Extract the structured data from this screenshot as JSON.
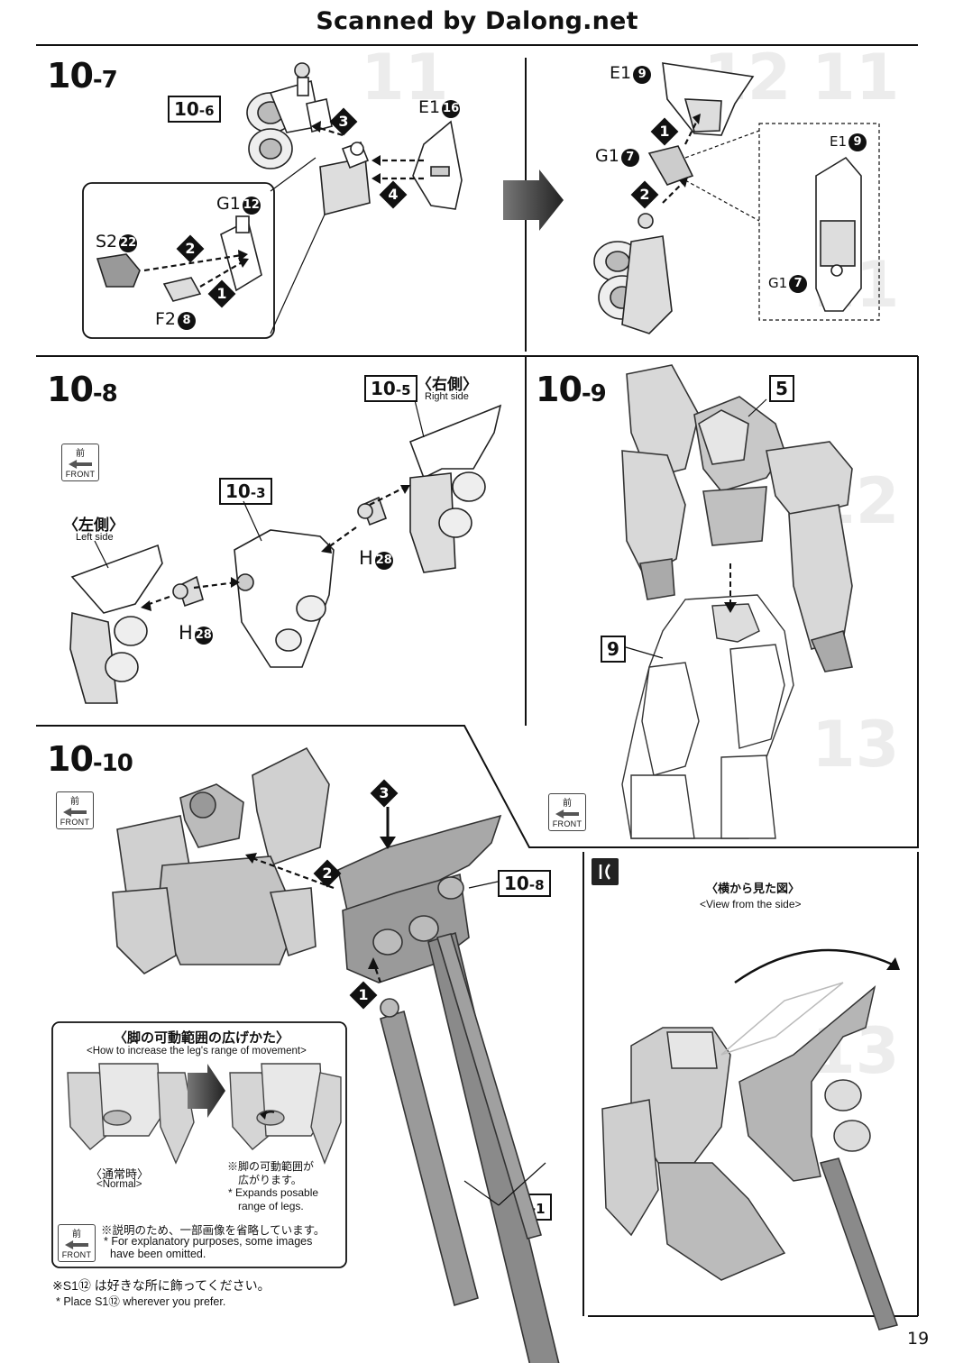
{
  "header": {
    "scan_credit": "Scanned by Dalong.net"
  },
  "steps": {
    "s10_7": {
      "num": "10",
      "sub": "-7",
      "ref_main": "10",
      "ref_sub": "-6",
      "parts": {
        "e1": "E1",
        "e1_n": "16",
        "g1": "G1",
        "g1_n": "12",
        "s2": "S2",
        "s2_n": "22",
        "f2": "F2",
        "f2_n": "8",
        "e1b": "E1",
        "e1b_n": "9",
        "g1b": "G1",
        "g1b_n": "7",
        "e1c": "E1",
        "e1c_n": "9",
        "g1c": "G1",
        "g1c_n": "7"
      },
      "badges": [
        "1",
        "2",
        "3",
        "4",
        "1",
        "2"
      ]
    },
    "s10_8": {
      "num": "10",
      "sub": "-8",
      "ref_right": "10",
      "ref_right_sub": "-5",
      "right_jp": "〈右側〉",
      "right_en": "Right side",
      "ref_mid": "10",
      "ref_mid_sub": "-3",
      "left_jp": "〈左側〉",
      "left_en": "Left side",
      "part_h": "H",
      "part_h_n": "28"
    },
    "s10_9": {
      "num": "10",
      "sub": "-9",
      "ref_a": "5",
      "ref_b": "9"
    },
    "s10_10": {
      "num": "10",
      "sub": "-10",
      "ref_a": "10",
      "ref_a_sub": "-8",
      "ref_b": "10",
      "ref_b_sub": "-1",
      "badges": [
        "3",
        "2",
        "1"
      ],
      "side_jp": "〈横から見た図〉",
      "side_en": "<View from the side>"
    }
  },
  "front_label": {
    "jp": "前",
    "en": "FRONT"
  },
  "leg_box": {
    "title_jp": "〈脚の可動範囲の広げかた〉",
    "title_en": "<How to increase the leg's range of movement>",
    "normal_jp": "〈通常時〉",
    "normal_en": "<Normal>",
    "note_jp_1": "※脚の可動範囲が",
    "note_jp_2": "広がります。",
    "note_en_1": "* Expands posable",
    "note_en_2": "range of legs.",
    "omit_jp": "※説明のため、一部画像を省略しています。",
    "omit_en_1": "* For explanatory purposes, some images",
    "omit_en_2": "have been omitted."
  },
  "footer": {
    "note_jp": "※S1⑫ は好きな所に飾ってください。",
    "note_en": "* Place S1⑫ wherever you prefer.",
    "page": "19"
  }
}
